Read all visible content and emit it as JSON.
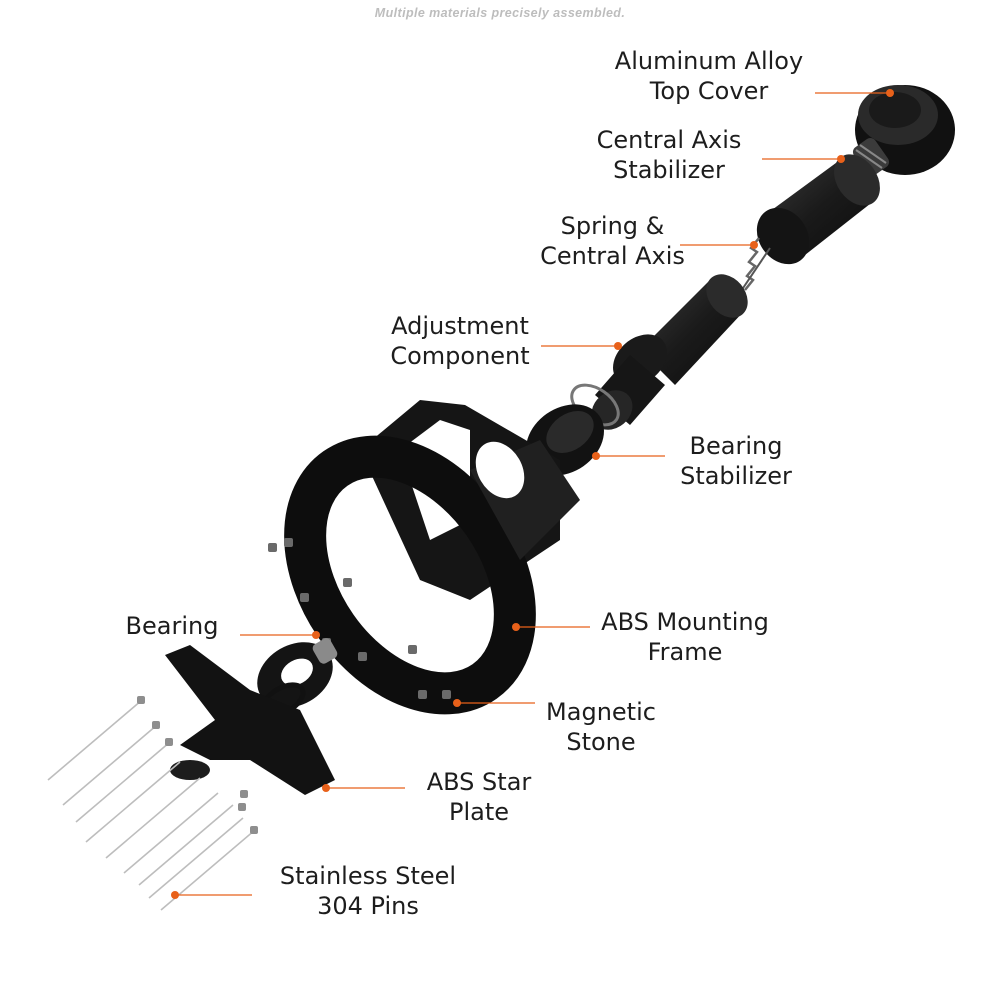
{
  "tagline": "Multiple materials  precisely assembled.",
  "accent_color": "#e8611a",
  "part_color": "#1b1b1b",
  "labels": {
    "top_cover": [
      "Aluminum Alloy",
      "Top Cover"
    ],
    "axis_stabilizer": [
      "Central Axis",
      "Stabilizer"
    ],
    "spring_axis": [
      "Spring &",
      "Central Axis"
    ],
    "adjustment": [
      "Adjustment",
      "Component"
    ],
    "bearing_stabilizer": [
      "Bearing",
      "Stabilizer"
    ],
    "mounting_frame": [
      "ABS Mounting",
      "Frame"
    ],
    "bearing": [
      "Bearing"
    ],
    "magnetic_stone": [
      "Magnetic",
      "Stone"
    ],
    "star_plate": [
      "ABS Star",
      "Plate"
    ],
    "pins": [
      "Stainless Steel",
      "304 Pins"
    ]
  }
}
